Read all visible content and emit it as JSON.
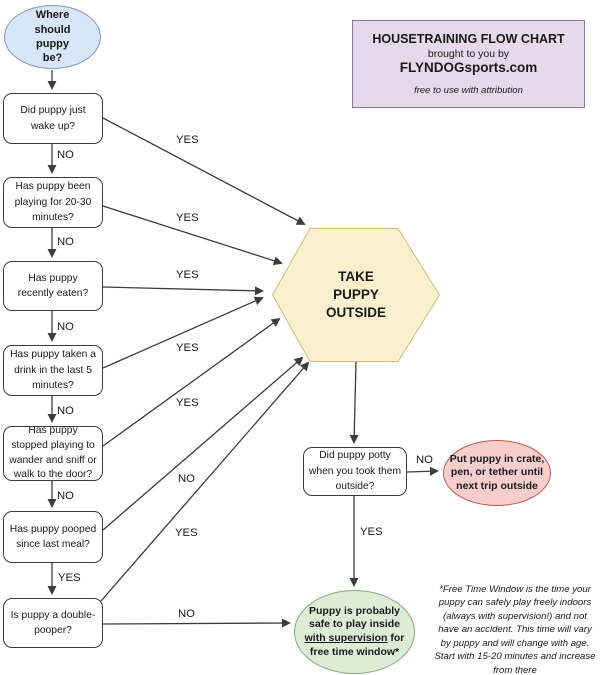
{
  "header": {
    "title": "HOUSETRAINING FLOW CHART",
    "subtitle": "brought to you by",
    "brand": "FLYNDOGsports.com",
    "license": "free to use with attribution"
  },
  "nodes": {
    "start": {
      "text": "Where should puppy be?"
    },
    "q1": {
      "text": "Did puppy just wake up?"
    },
    "q2": {
      "text": "Has puppy been playing for 20-30 minutes?"
    },
    "q3": {
      "text": "Has puppy recently eaten?"
    },
    "q4": {
      "text": "Has puppy taken a drink in the last 5 minutes?"
    },
    "q5": {
      "text": "Has puppy stopped playing to wander and sniff or walk to the door?"
    },
    "q6": {
      "text": "Has puppy pooped since last meal?"
    },
    "q7": {
      "text": "Is puppy a double-pooper?"
    },
    "take_outside": {
      "text": "TAKE PUPPY OUTSIDE"
    },
    "q8": {
      "text": "Did puppy potty when you took them outside?"
    },
    "fail": {
      "text": "Put puppy in crate, pen, or tether until next trip outside"
    },
    "success": {
      "pre": "Puppy is probably safe to play inside ",
      "underlined": "with supervision",
      "post": " for free time window*"
    }
  },
  "labels": {
    "q1_no": "NO",
    "q2_no": "NO",
    "q3_no": "NO",
    "q4_no": "NO",
    "q5_no": "NO",
    "q6_yes": "YES",
    "q1_yes": "YES",
    "q2_yes": "YES",
    "q3_yes": "YES",
    "q4_yes": "YES",
    "q5_yes": "YES",
    "q6_no": "NO",
    "q7_yes": "YES",
    "q7_no": "NO",
    "q8_no": "NO",
    "q8_yes": "YES"
  },
  "footnote": "*Free Time Window is the time your puppy can safely play freely indoors (always with supervision!) and not have an accident. This time will vary by puppy and will change with age. Start with 15-20 minutes and increase from there",
  "colors": {
    "start_fill": "#d7e7f9",
    "start_stroke": "#7e99bd",
    "title_fill": "#e5d9eb",
    "title_stroke": "#9673a6",
    "hex_fill": "#faf0cd",
    "hex_stroke": "#d1bc77",
    "fail_fill": "#f7cecb",
    "fail_stroke": "#c05a55",
    "success_fill": "#dcecd5",
    "success_stroke": "#83ae79",
    "box_fill": "#ffffff",
    "box_stroke": "#3c3c3c",
    "edge": "#3c3c3c",
    "text": "#1a1a1a"
  }
}
